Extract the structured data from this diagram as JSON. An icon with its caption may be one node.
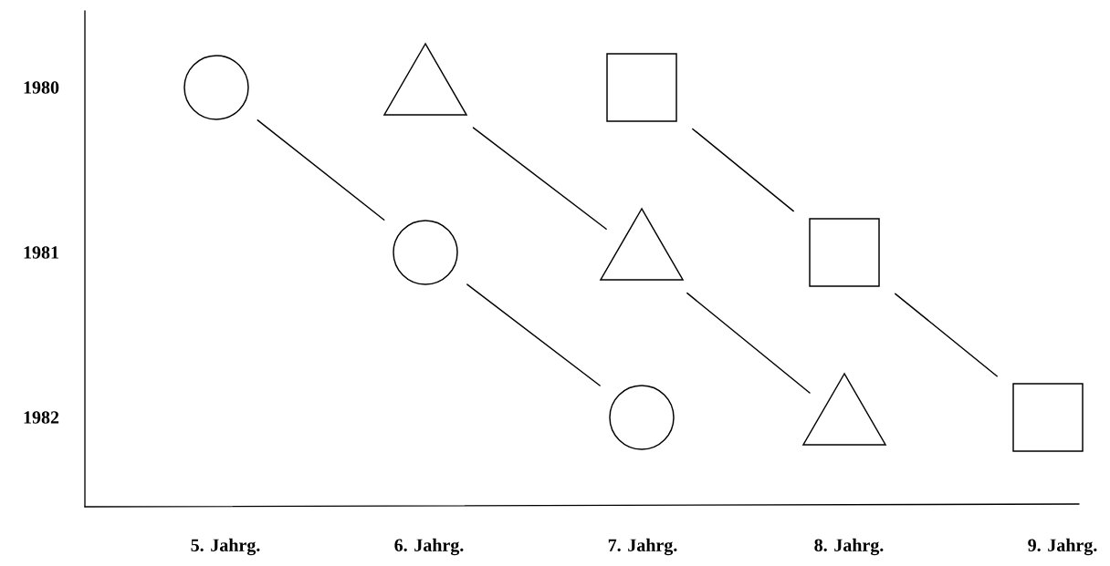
{
  "diagram": {
    "nodes": [
      {
        "text": [],
        "shape": "circle"
      },
      {
        "text": [],
        "shape": "triangle"
      },
      {
        "text": [],
        "shape": "box"
      },
      {
        "text": [],
        "shape": "circle"
      },
      {
        "text": [],
        "shape": "triangle"
      },
      {
        "text": [],
        "shape": "box"
      },
      {
        "text": [],
        "shape": "circle"
      },
      {
        "text": [],
        "shape": "triangle"
      },
      {
        "text": [],
        "shape": "box"
      }
    ],
    "edges": [
      {
        "from": 0,
        "to": 3,
        "arrow": "none"
      },
      {
        "from": 3,
        "to": 6,
        "arrow": "none"
      },
      {
        "from": 1,
        "to": 4,
        "arrow": "none"
      },
      {
        "from": 4,
        "to": 7,
        "arrow": "none"
      },
      {
        "from": 2,
        "to": 5,
        "arrow": "none"
      },
      {
        "from": 5,
        "to": 8,
        "arrow": "none"
      }
    ],
    "labels": [
      "1980",
      "1981",
      "1982",
      "5. Jahrg.",
      "6. Jahrg.",
      "7. Jahrg.",
      "8. Jahrg.",
      "9. Jahrg."
    ]
  }
}
